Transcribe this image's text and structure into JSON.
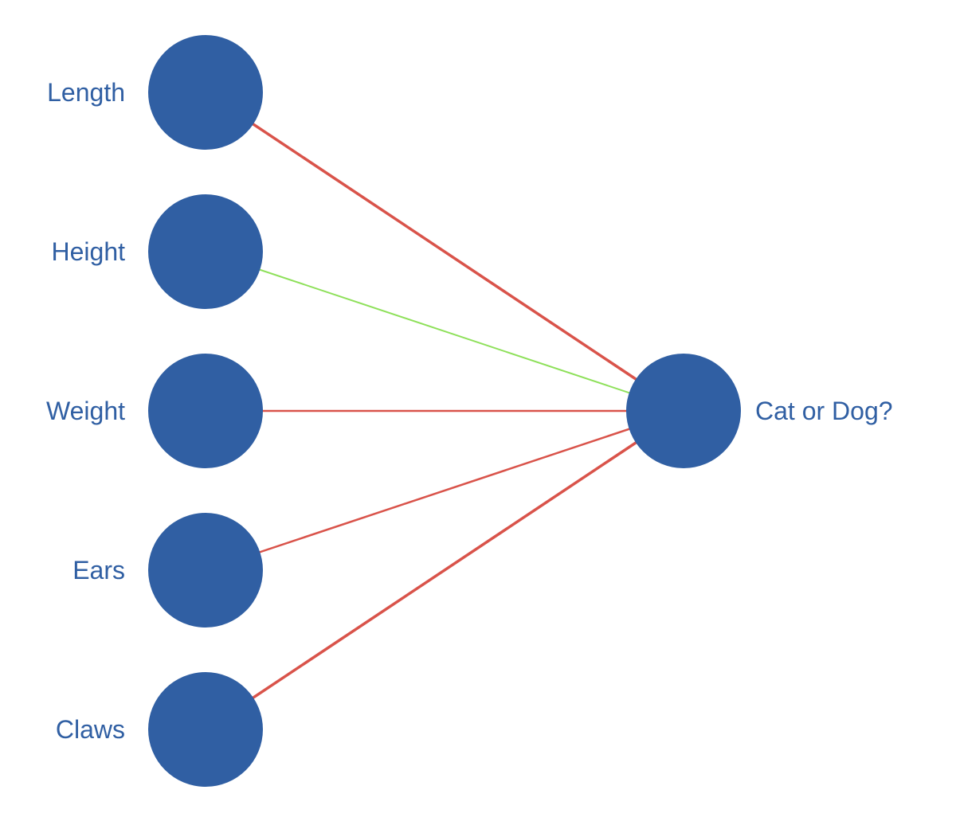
{
  "colors": {
    "node": "#305fa3",
    "label": "#305fa3",
    "background": "#ffffff"
  },
  "input_nodes": [
    {
      "label": "Length",
      "edge_color": "#d9534a"
    },
    {
      "label": "Height",
      "edge_color": "#8ee05a"
    },
    {
      "label": "Weight",
      "edge_color": "#d9534a"
    },
    {
      "label": "Ears",
      "edge_color": "#d9534a"
    },
    {
      "label": "Claws",
      "edge_color": "#d9534a"
    }
  ],
  "output_node": {
    "label": "Cat or Dog?"
  }
}
